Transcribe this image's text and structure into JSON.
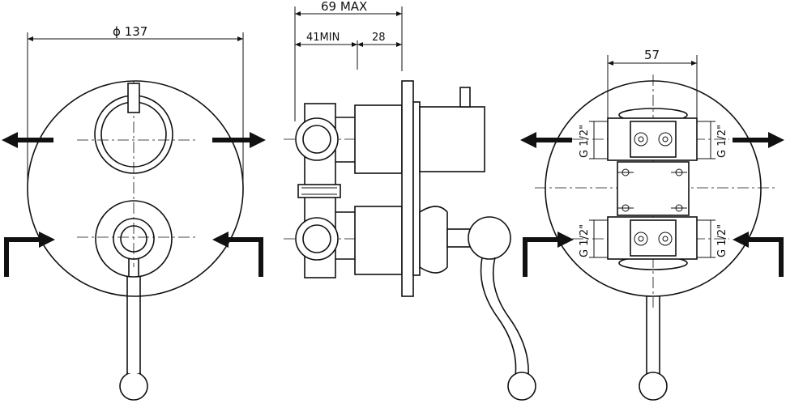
{
  "dimensions": {
    "diameter": "ϕ 137",
    "max_depth": "69 MAX",
    "min_depth": "41MIN",
    "depth_28": "28",
    "width_57": "57",
    "thread": "G 1/2\""
  },
  "icons": {
    "outlet_arrow": "arrow-right-icon",
    "inlet_arrow": "bent-arrow-icon"
  }
}
